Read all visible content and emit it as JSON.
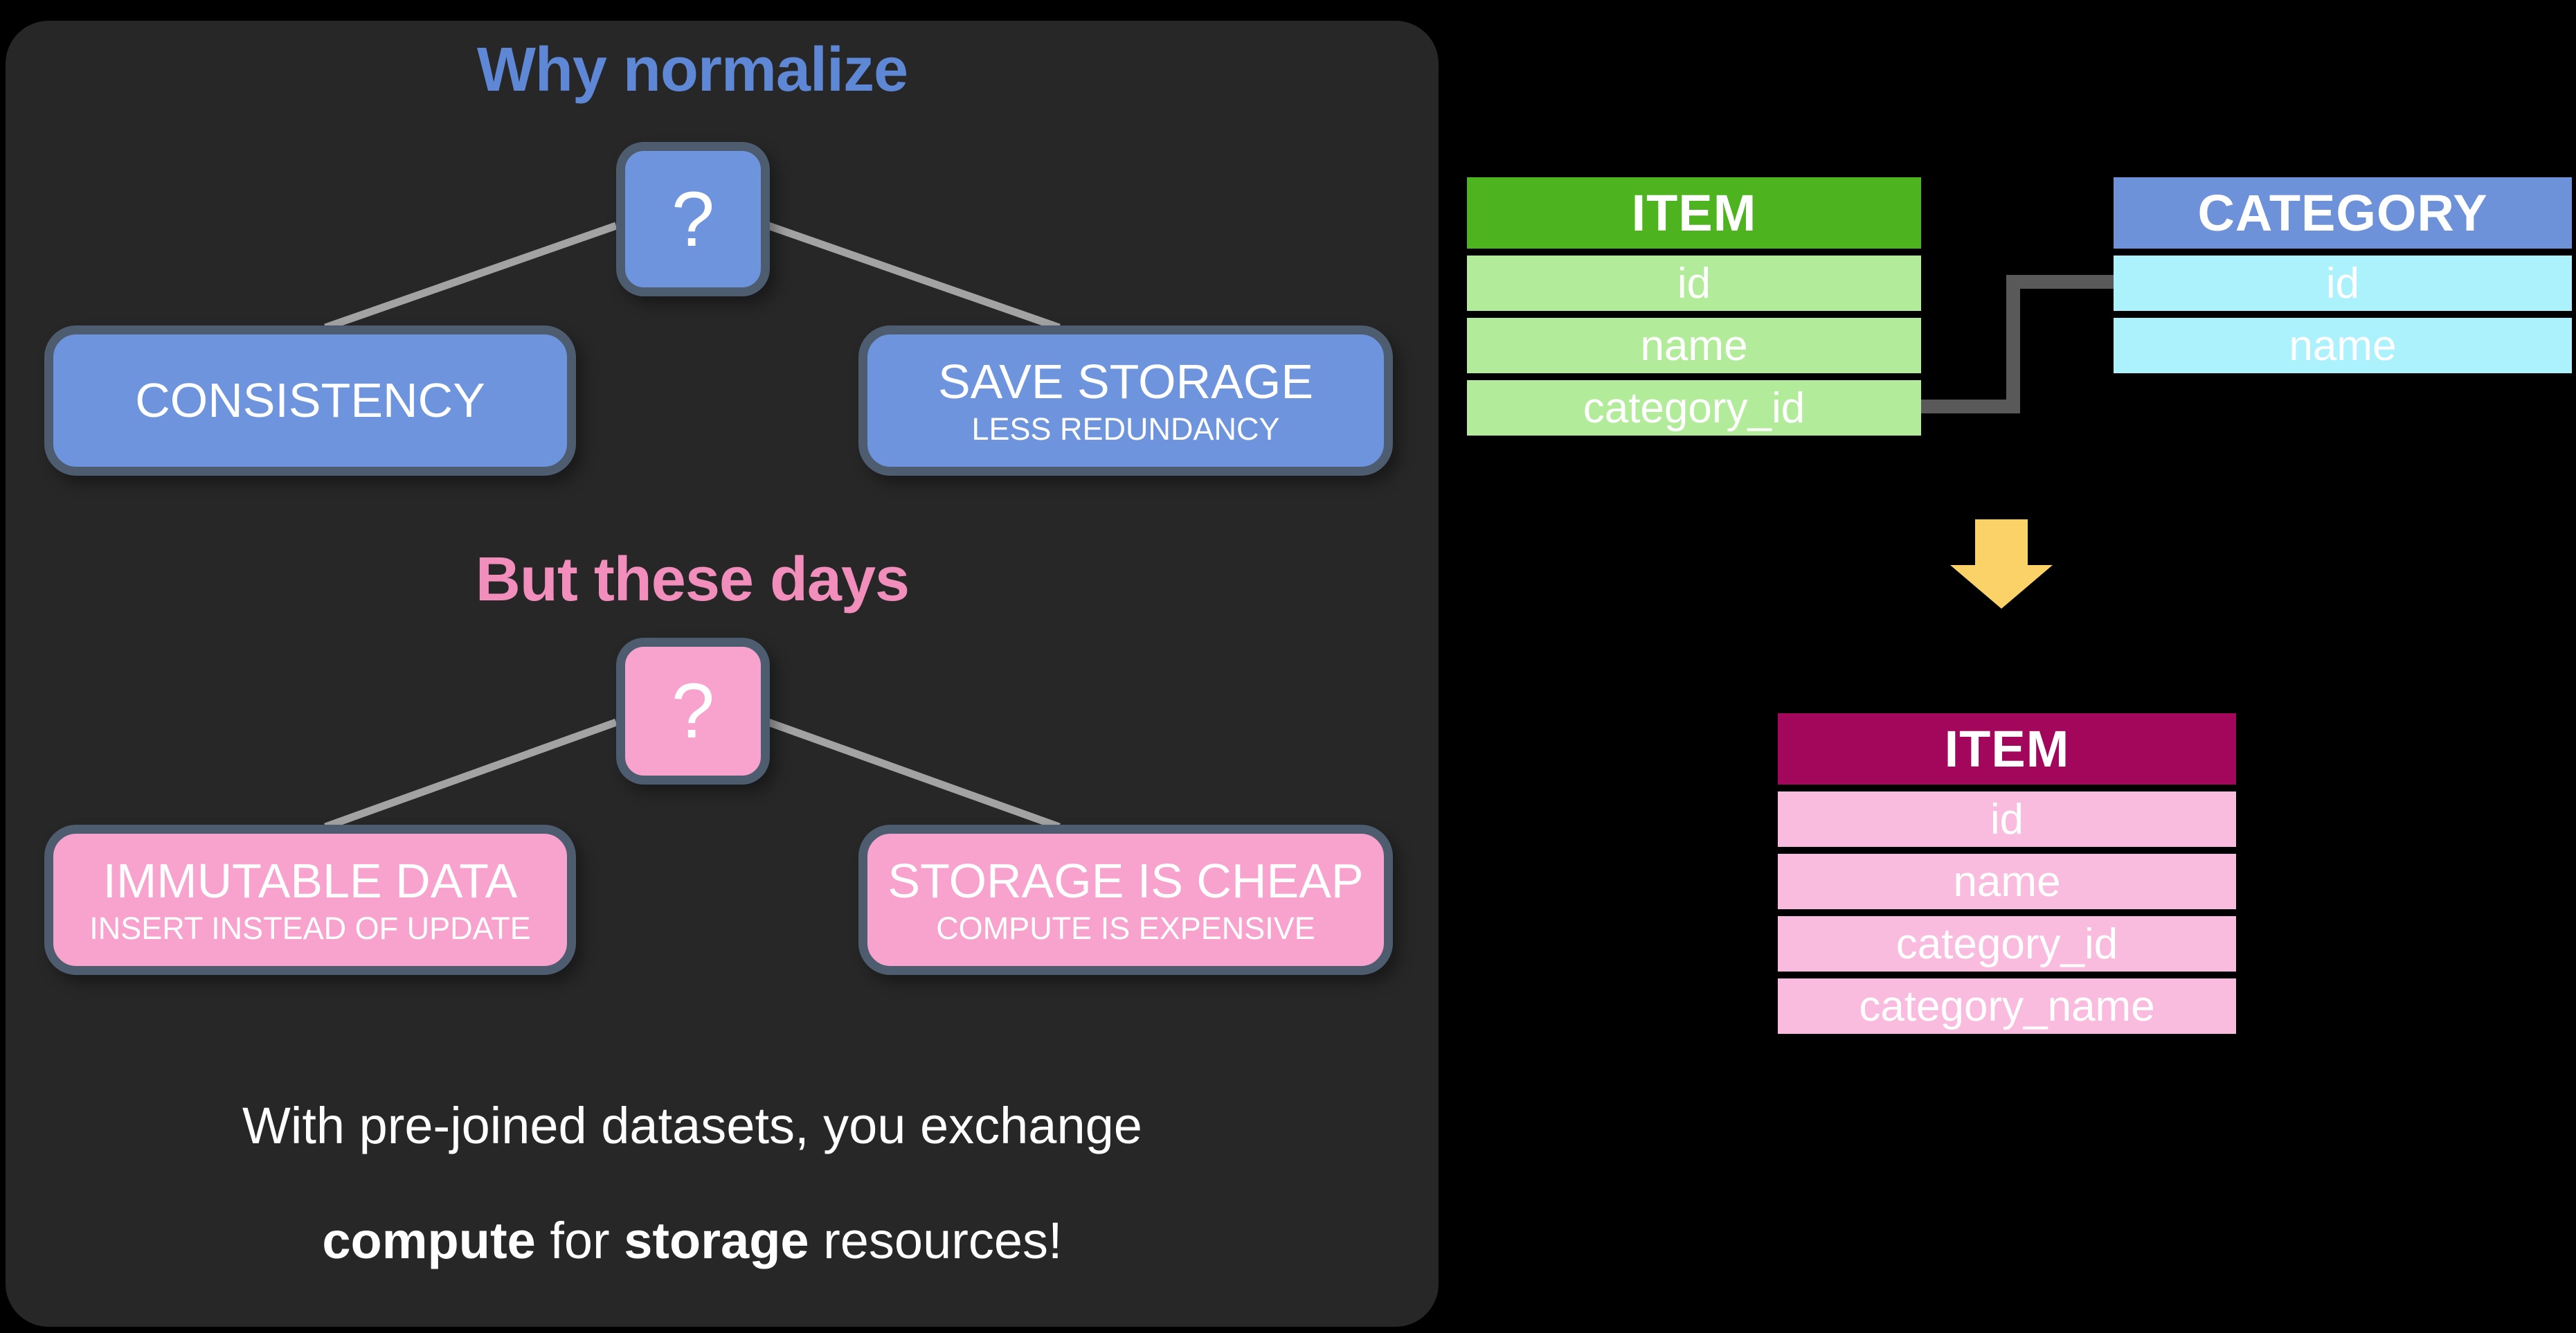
{
  "panel": {
    "why_title": "Why normalize",
    "but_title": "But these days",
    "question_mark": "?",
    "boxes": {
      "consistency": {
        "label": "CONSISTENCY"
      },
      "save_storage": {
        "label": "SAVE STORAGE",
        "sub": "LESS REDUNDANCY"
      },
      "immutable_data": {
        "label": "IMMUTABLE DATA",
        "sub": "INSERT INSTEAD OF UPDATE"
      },
      "storage_cheap": {
        "label": "STORAGE IS CHEAP",
        "sub": "COMPUTE IS EXPENSIVE"
      }
    },
    "footer": {
      "line1": "With pre-joined datasets, you exchange",
      "line2": [
        {
          "text": "compute",
          "bold": true
        },
        {
          "text": " for ",
          "bold": false
        },
        {
          "text": "storage",
          "bold": true
        },
        {
          "text": " resources!",
          "bold": false
        }
      ]
    }
  },
  "tables": {
    "item": {
      "title": "ITEM",
      "rows": [
        "id",
        "name",
        "category_id"
      ]
    },
    "category": {
      "title": "CATEGORY",
      "rows": [
        "id",
        "name"
      ]
    },
    "item_joined": {
      "title": "ITEM",
      "rows": [
        "id",
        "name",
        "category_id",
        "category_name"
      ]
    }
  },
  "icons": {
    "transform_arrow": "down-arrow"
  },
  "colors": {
    "background": "#000000",
    "panel": "#272727",
    "blue_title": "#5E88D5",
    "pink_title": "#F18EBC",
    "blue_box": "#6D94DC",
    "pink_box": "#F7A3CE",
    "box_border": "#4D5C6F",
    "tree_line": "#A3A3A3",
    "item_header_green": "#4DB31E",
    "item_row_green": "#B2EC9A",
    "category_header_blue": "#6D92DA",
    "category_row_cyan": "#ABF2FD",
    "joined_header_magenta": "#A2075C",
    "joined_row_pink": "#FABCDE",
    "relation_line": "#595959",
    "arrow_yellow": "#FBD268",
    "text_white": "#FFFFFF"
  }
}
